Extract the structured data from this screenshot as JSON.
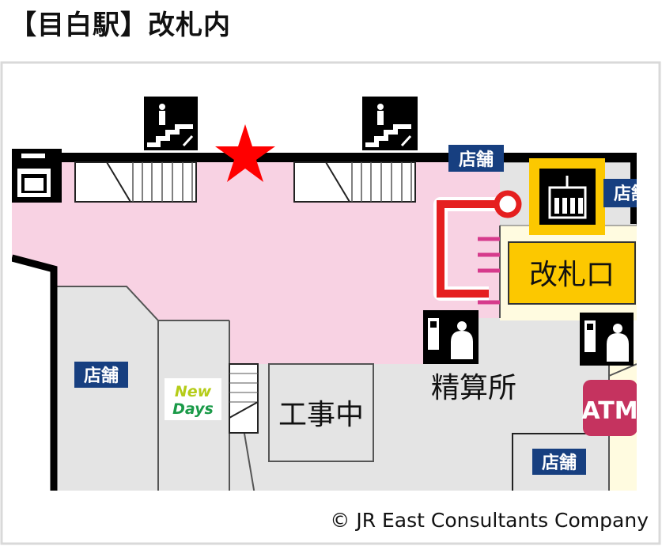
{
  "title": "【目白駅】改札内",
  "map": {
    "shop_label": "店舗",
    "ticket_gate": "改札口",
    "fare_adjustment": "精算所",
    "under_construction": "工事中",
    "atm": "ATM",
    "newdays_line1": "New",
    "newdays_line2": "Days",
    "current_location_marker": "red-star",
    "colors": {
      "concourse": "#f8d2e3",
      "floor": "#e4e4e4",
      "shop_label_bg": "#173f80",
      "gate_bg": "#fcc800",
      "route": "#e51f1f",
      "atm_bg": "#c5335f"
    }
  },
  "copyright": "© JR East Consultants Company"
}
